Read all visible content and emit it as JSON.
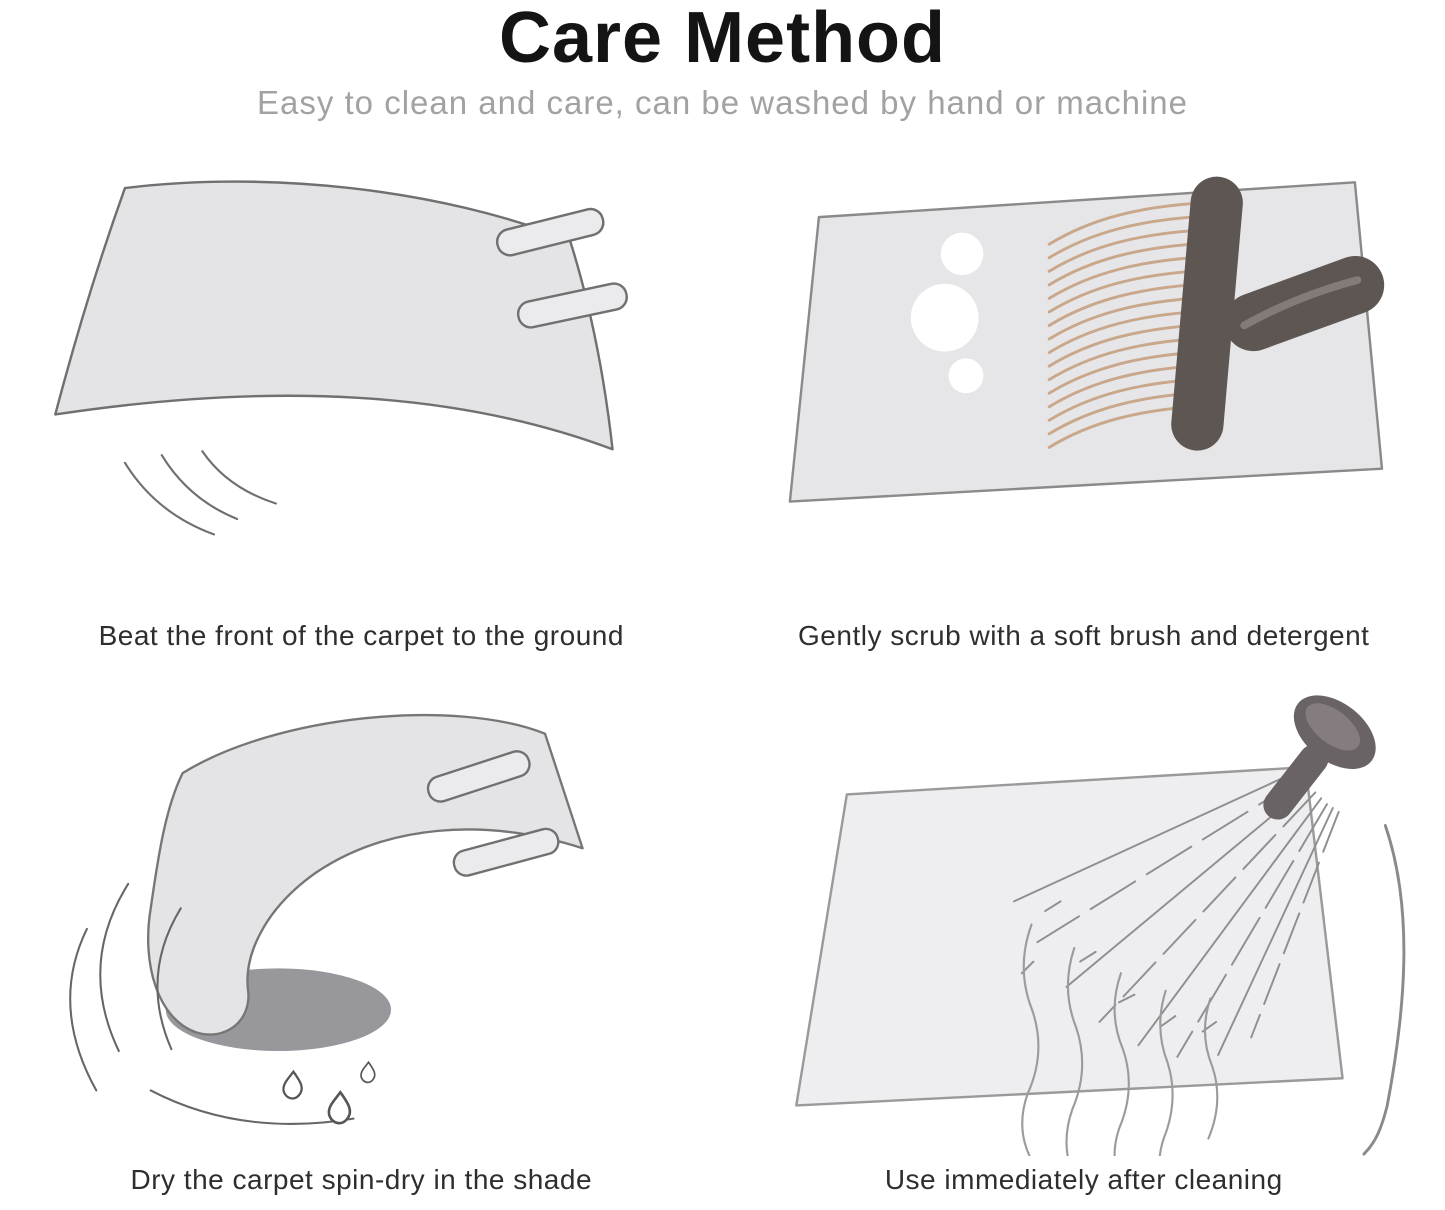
{
  "header": {
    "title": "Care Method",
    "subtitle": "Easy to clean and care, can be washed by hand or machine"
  },
  "steps": [
    {
      "id": "beat",
      "icon": "carpet-beating-icon",
      "caption": "Beat the front of the carpet to the ground"
    },
    {
      "id": "scrub",
      "icon": "soft-brush-scrub-icon",
      "caption": "Gently scrub with a soft brush and detergent"
    },
    {
      "id": "dry",
      "icon": "carpet-spin-dry-icon",
      "caption": "Dry the carpet spin-dry in the shade"
    },
    {
      "id": "rinse",
      "icon": "shower-rinse-icon",
      "caption": "Use immediately after cleaning"
    }
  ],
  "colors": {
    "background": "#ffffff",
    "title_text": "#141414",
    "subtitle_text": "#a2a2a2",
    "caption_text": "#2e2e2e",
    "carpet_fill": "#e4e4e7",
    "carpet_fill_light": "#eeeef1",
    "carpet_roll_dark": "#97979c",
    "outline": "#707070",
    "brush_body": "#5e5653",
    "brush_bristle": "#c9a78a",
    "foam": "#ffffff",
    "spray_line": "#8f8f8f"
  }
}
